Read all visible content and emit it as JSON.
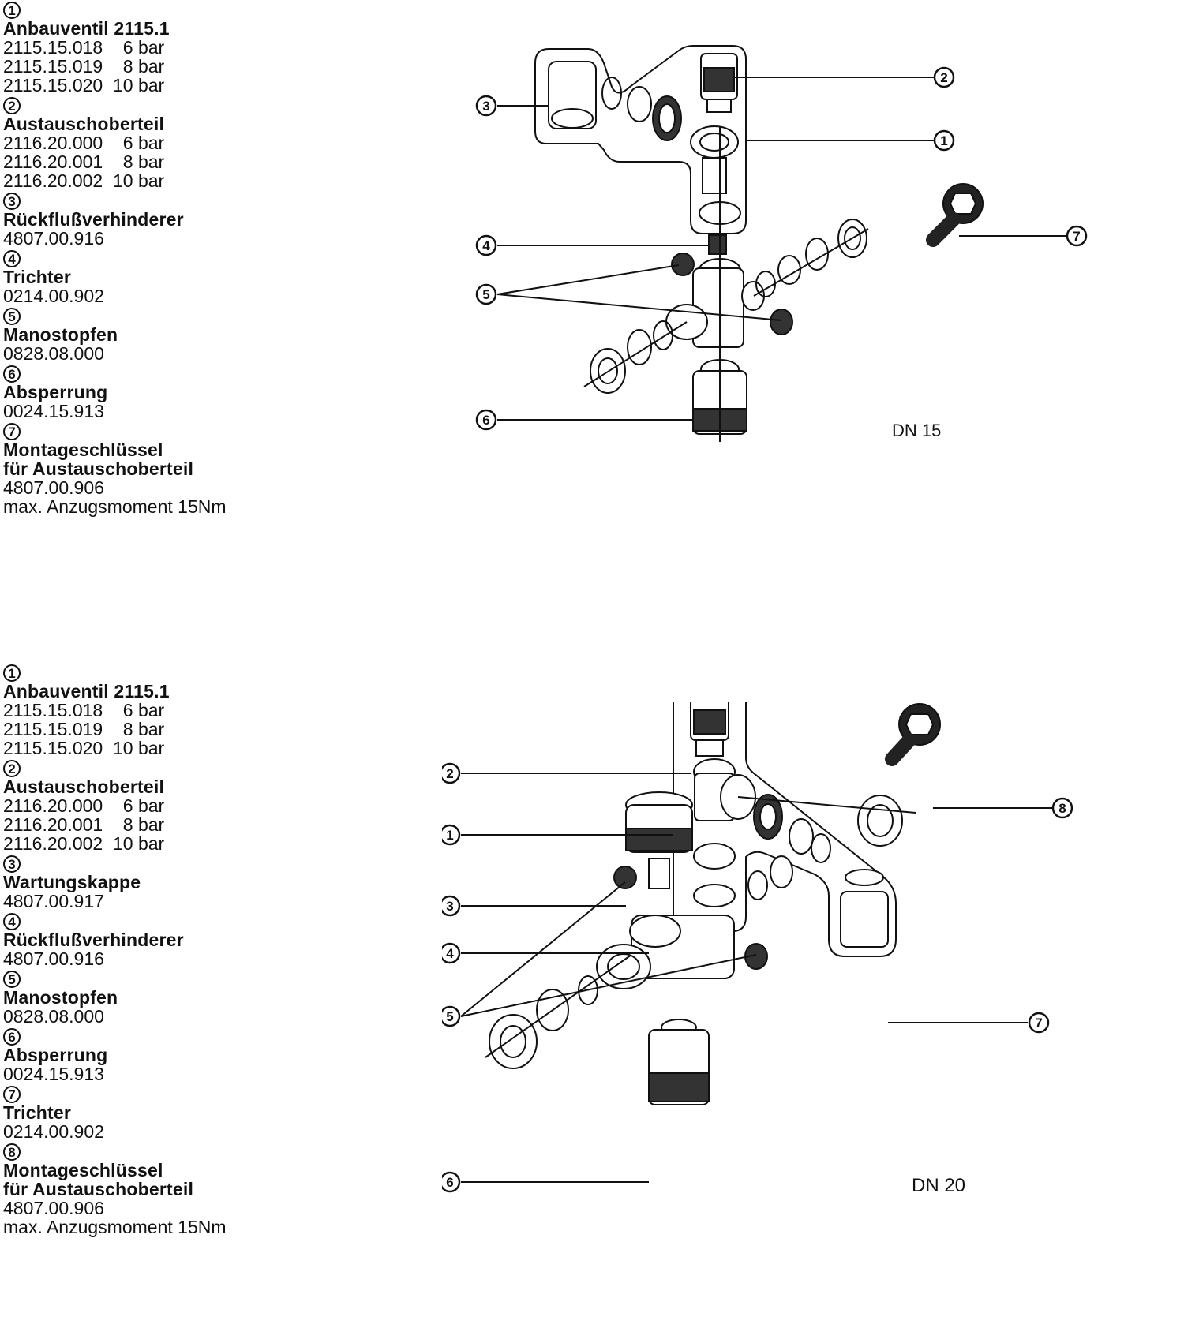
{
  "sections": [
    {
      "diagram_label": "DN 15",
      "parts": [
        {
          "num": "1",
          "name": "Anbauventil 2115.1",
          "lines": [
            "2115.15.018    6 bar",
            "2115.15.019    8 bar",
            "2115.15.020  10 bar"
          ]
        },
        {
          "num": "2",
          "name": "Austauschoberteil",
          "lines": [
            "2116.20.000    6 bar",
            "2116.20.001    8 bar",
            "2116.20.002  10 bar"
          ]
        },
        {
          "num": "3",
          "name": "Rückflußverhinderer",
          "lines": [
            "4807.00.916"
          ]
        },
        {
          "num": "4",
          "name": "Trichter",
          "lines": [
            "0214.00.902"
          ]
        },
        {
          "num": "5",
          "name": "Manostopfen",
          "lines": [
            "0828.08.000"
          ]
        },
        {
          "num": "6",
          "name": "Absperrung",
          "lines": [
            "0024.15.913"
          ]
        },
        {
          "num": "7",
          "name": "Montageschlüssel\nfür Austauschoberteil",
          "lines": [
            "4807.00.906",
            "max. Anzugsmoment 15Nm"
          ]
        }
      ],
      "callouts": [
        "2",
        "1",
        "3",
        "4",
        "5",
        "6",
        "7"
      ]
    },
    {
      "diagram_label": "DN 20",
      "parts": [
        {
          "num": "1",
          "name": "Anbauventil 2115.1",
          "lines": [
            "2115.15.018    6 bar",
            "2115.15.019    8 bar",
            "2115.15.020  10 bar"
          ]
        },
        {
          "num": "2",
          "name": "Austauschoberteil",
          "lines": [
            "2116.20.000    6 bar",
            "2116.20.001    8 bar",
            "2116.20.002  10 bar"
          ]
        },
        {
          "num": "3",
          "name": "Wartungskappe",
          "lines": [
            "4807.00.917"
          ]
        },
        {
          "num": "4",
          "name": "Rückflußverhinderer",
          "lines": [
            "4807.00.916"
          ]
        },
        {
          "num": "5",
          "name": "Manostopfen",
          "lines": [
            "0828.08.000"
          ]
        },
        {
          "num": "6",
          "name": "Absperrung",
          "lines": [
            "0024.15.913"
          ]
        },
        {
          "num": "7",
          "name": "Trichter",
          "lines": [
            "0214.00.902"
          ]
        },
        {
          "num": "8",
          "name": "Montageschlüssel\nfür Austauschoberteil",
          "lines": [
            "4807.00.906",
            "max. Anzugsmoment 15Nm"
          ]
        }
      ],
      "callouts": [
        "2",
        "1",
        "3",
        "4",
        "5",
        "6",
        "7",
        "8"
      ]
    }
  ]
}
